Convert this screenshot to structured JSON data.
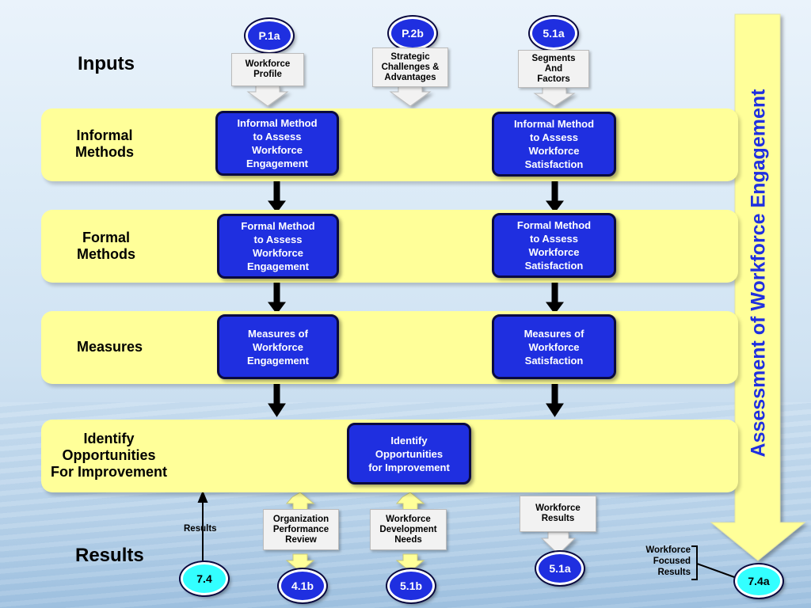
{
  "labels": {
    "inputs": "Inputs",
    "results": "Results",
    "informal_methods": [
      "Informal",
      "Methods"
    ],
    "formal_methods": [
      "Formal",
      "Methods"
    ],
    "measures": "Measures",
    "identify": [
      "Identify",
      "Opportunities",
      "For Improvement"
    ],
    "side_title": "Assessment of Workforce Engagement"
  },
  "circles": {
    "p1a": "P.1a",
    "p2b": "P.2b",
    "c51a_top": "5.1a",
    "c74": "7.4",
    "c41b": "4.1b",
    "c51b": "5.1b",
    "c51a_bottom": "5.1a",
    "c74a": "7.4a"
  },
  "input_callouts": {
    "workforce_profile": [
      "Workforce",
      "Profile"
    ],
    "strategic": [
      "Strategic",
      "Challenges &",
      "Advantages"
    ],
    "segments": [
      "Segments",
      "And",
      "Factors"
    ]
  },
  "boxes": {
    "informal_engagement": [
      "Informal Method",
      "to Assess",
      "Workforce",
      "Engagement"
    ],
    "informal_satisfaction": [
      "Informal Method",
      "to Assess",
      "Workforce",
      "Satisfaction"
    ],
    "formal_engagement": [
      "Formal Method",
      "to Assess",
      "Workforce",
      "Engagement"
    ],
    "formal_satisfaction": [
      "Formal Method",
      "to Assess",
      "Workforce",
      "Satisfaction"
    ],
    "measures_engagement": [
      "Measures of",
      "Workforce",
      "Engagement"
    ],
    "measures_satisfaction": [
      "Measures of",
      "Workforce",
      "Satisfaction"
    ],
    "identify": [
      "Identify",
      "Opportunities",
      "for Improvement"
    ]
  },
  "result_callouts": {
    "org_review": [
      "Organization",
      "Performance",
      "Review"
    ],
    "dev_needs": [
      "Workforce",
      "Development",
      "Needs"
    ],
    "workforce_results": [
      "Workforce",
      "Results"
    ]
  },
  "side_texts": {
    "results_small": "Results",
    "focused": [
      "Workforce",
      "Focused",
      "Results"
    ]
  },
  "colors": {
    "band": "#ffff99",
    "box_blue": "#1f2fe0",
    "title_blue": "#1f2fe0",
    "cyan": "#33ffff",
    "arrow_yellow": "#ffff99"
  }
}
